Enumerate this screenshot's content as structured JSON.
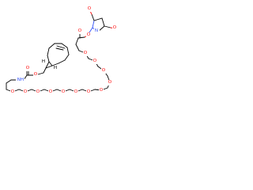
{
  "structure": {
    "atom_labels": {
      "succinimide_n": "N",
      "succinimide_o_top": "O",
      "succinimide_o_left": "O",
      "ester_o_carbonyl": "O",
      "ester_o_link": "O",
      "peg_o": "O",
      "carbamate_o_carbonyl": "O",
      "carbamate_o_link": "O",
      "carbamate_nh": "NH",
      "stereo_h1": "H",
      "stereo_h2": "H"
    },
    "colors": {
      "oxygen": "#ff0d0d",
      "nitrogen": "#3050f8",
      "carbon": "#000000"
    }
  }
}
